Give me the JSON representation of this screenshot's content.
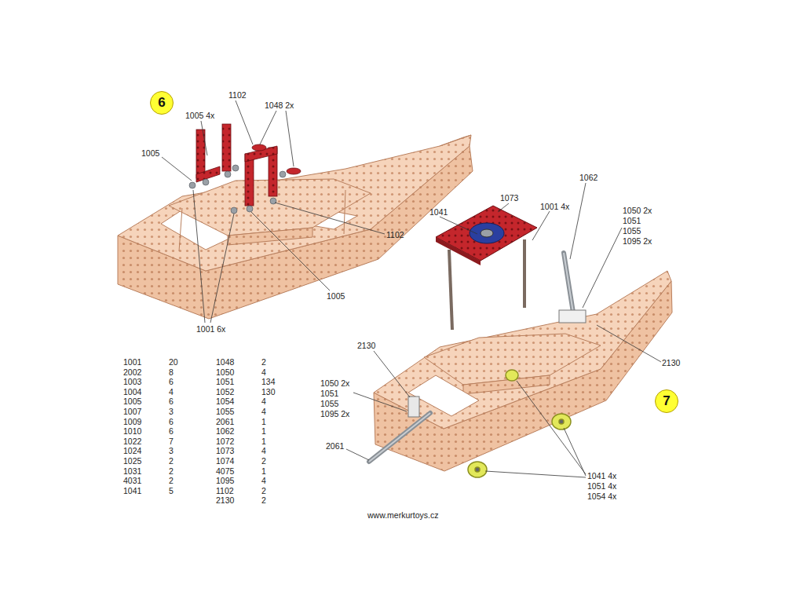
{
  "diagram": {
    "nodes": [
      {
        "text": [
          "6"
        ]
      },
      {
        "text": [
          "7"
        ]
      }
    ],
    "labels": [
      "1005 4x",
      "1102",
      "1048 2x",
      "1005",
      "1102",
      "1005",
      "1001 6x",
      "1041",
      "1073",
      "1001 4x",
      "1062",
      "1050 2x",
      "1051",
      "1055",
      "1095 2x",
      "2130",
      "2130",
      "1050 2x",
      "1051",
      "1055",
      "1095 2x",
      "2061",
      "1041 4x",
      "1051 4x",
      "1054 4x",
      "1001",
      "20",
      "2002",
      "8",
      "1003",
      "6",
      "1004",
      "4",
      "1005",
      "6",
      "1007",
      "3",
      "1009",
      "6",
      "1010",
      "6",
      "1022",
      "7",
      "1024",
      "3",
      "1025",
      "2",
      "1031",
      "2",
      "4031",
      "2",
      "1041",
      "5",
      "1048",
      "2",
      "1050",
      "4",
      "1051",
      "134",
      "1052",
      "130",
      "1054",
      "4",
      "1055",
      "4",
      "2061",
      "1",
      "1062",
      "1",
      "1072",
      "1",
      "1073",
      "4",
      "1074",
      "2",
      "4075",
      "1",
      "1095",
      "4",
      "1102",
      "2",
      "2130",
      "2",
      "www.merkurtoys.cz"
    ]
  }
}
